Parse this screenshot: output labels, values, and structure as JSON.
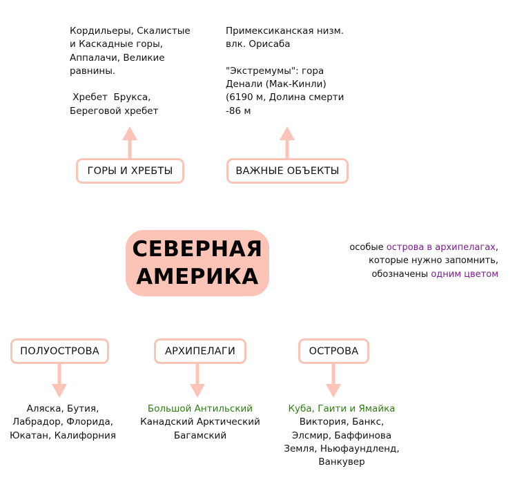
{
  "center": {
    "line1": "СЕВЕРНАЯ",
    "line2": "АМЕРИКА"
  },
  "categories": {
    "mountains": "ГОРЫ И ХРЕБТЫ",
    "important": "ВАЖНЫЕ ОБЪЕКТЫ",
    "peninsulas": "ПОЛУОСТРОВА",
    "archipelagos": "АРХИПЕЛАГИ",
    "islands": "ОСТРОВА"
  },
  "mountains_text": {
    "l1": "Кордильеры, Скалистые",
    "l2": "и Каскадные горы,",
    "l3": "Аппалачи, Великие",
    "l4": "равнины.",
    "l5": " Хребет  Брукса,",
    "l6": "Береговой хребет"
  },
  "important_text": {
    "l1": "Примексиканская низм.",
    "l2": "влк. Орисаба",
    "l3": "\"Экстремумы\": гора",
    "l4": "Денали (Мак-Кинли)",
    "l5": "(6190 м, Долина смерти",
    "l6": "-86 м"
  },
  "note": {
    "l1_a": "особые ",
    "l1_b": "острова в архипелагах",
    "l1_c": ",",
    "l2": "которые нужно запомнить,",
    "l3_a": "обозначены ",
    "l3_b": "одним цветом"
  },
  "peninsulas_text": {
    "l1": "Аляска, Бутия,",
    "l2": "Лабрадор, Флорида,",
    "l3": "Юкатан, Калифорния"
  },
  "archipelagos_text": {
    "l1": "Большой Антильский",
    "l2": "Канадский Арктический",
    "l3": "Багамский"
  },
  "islands_text": {
    "l1": "Куба, Гаити и Ямайка",
    "l2": "Виктория, Банкс,",
    "l3": "Элсмир, Баффинова",
    "l4": "Земля, Ньюфаундленд,",
    "l5": "Ванкувер"
  },
  "colors": {
    "accent_fill": "#fbc4b6",
    "accent_border": "#f9c4b6",
    "purple_text": "#7a1f8f",
    "green_text": "#2e7d12"
  }
}
